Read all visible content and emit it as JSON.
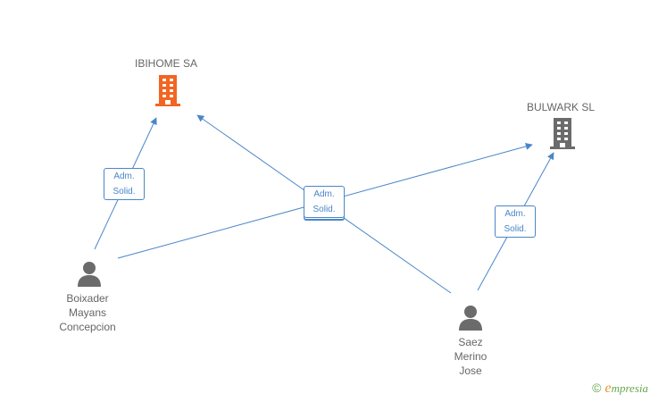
{
  "companies": [
    {
      "name": "IBIHOME SA",
      "icon": "building-icon",
      "color": "#f26522"
    },
    {
      "name": "BULWARK SL",
      "icon": "building-icon",
      "color": "#6b6b6b"
    }
  ],
  "persons": [
    {
      "name": "Boixader\nMayans\nConcepcion",
      "icon": "person-icon"
    },
    {
      "name": "Saez\nMerino\nJose",
      "icon": "person-icon"
    }
  ],
  "relations": [
    {
      "line1": "Adm.",
      "line2": "Solid."
    },
    {
      "line1": "Adm.",
      "line2": "Solid."
    },
    {
      "line1": "Adm.",
      "line2": "Solid."
    }
  ],
  "colors": {
    "edge": "#4a86c8",
    "label": "#666666"
  },
  "brand": {
    "copyright": "©",
    "initial": "e",
    "rest": "mpresia"
  }
}
